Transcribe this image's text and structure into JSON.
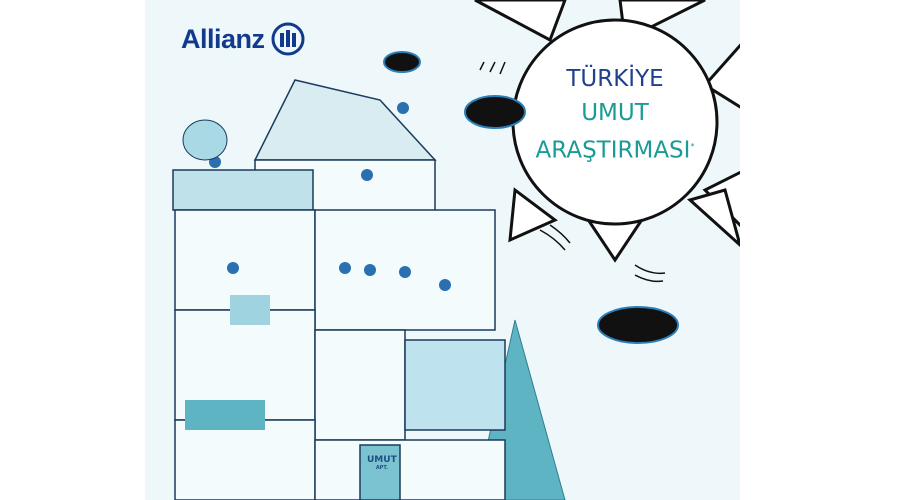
{
  "brand": {
    "name": "Allianz",
    "color": "#123a8c",
    "icon": "allianz-eagle-logo"
  },
  "title": {
    "line1": "TÜRKİYE",
    "line2": "UMUT",
    "line3": "ARAŞTIRMASI",
    "mark": "*"
  },
  "colors": {
    "title_blue": "#1f3f8f",
    "title_teal": "#1a9b96",
    "background": "#eef8fb",
    "illustration_teal": "#5fb4c4"
  },
  "sign": {
    "text": "UMUT",
    "subtext": "APT."
  }
}
